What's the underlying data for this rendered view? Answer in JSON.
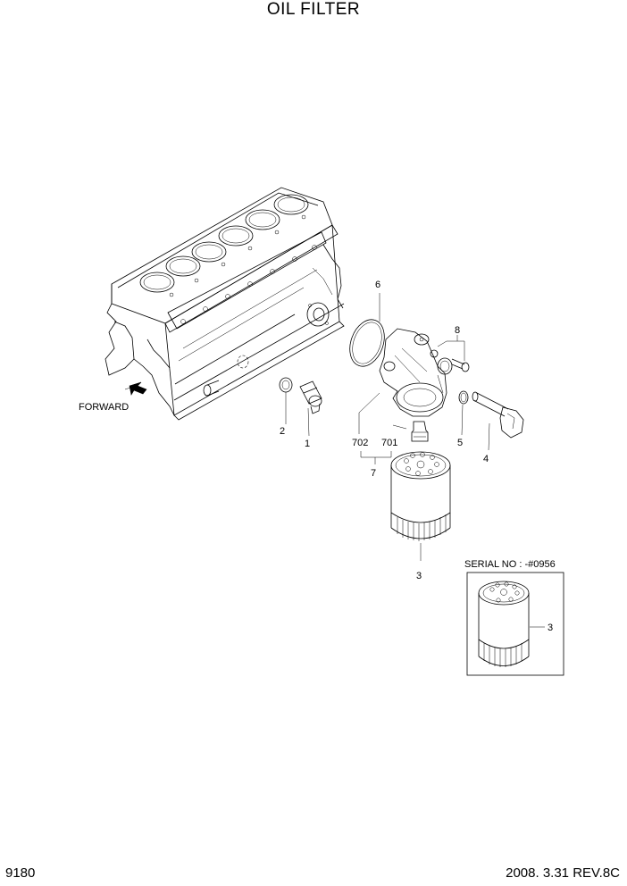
{
  "title": "OIL FILTER",
  "page_number": "9180",
  "revision": "2008. 3.31  REV.8C",
  "direction_label": "FORWARD",
  "inset_label": "SERIAL NO : -#0956",
  "callouts": {
    "c1": "1",
    "c2": "2",
    "c3": "3",
    "c3_inset": "3",
    "c4": "4",
    "c5": "5",
    "c6": "6",
    "c7": "7",
    "c8": "8",
    "c701": "701",
    "c702": "702"
  }
}
